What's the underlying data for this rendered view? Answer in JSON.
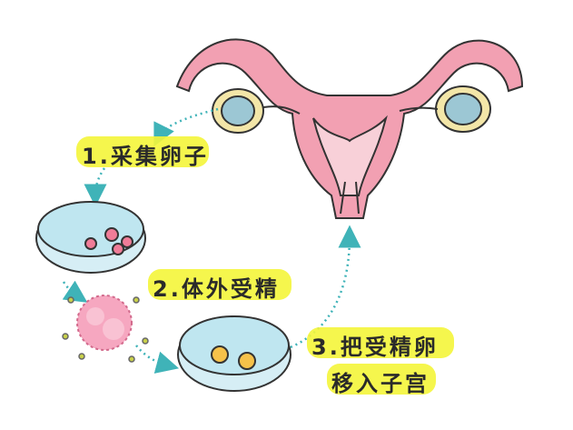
{
  "steps": {
    "step1": "1.采集卵子",
    "step2": "2.体外受精",
    "step3_line1": "3.把受精卵",
    "step3_line2": "移入子宫"
  },
  "colors": {
    "highlight": "#f4f53a",
    "arrow": "#3fb3b8",
    "uterus": "#f2a0b2",
    "dish": "#bfe6f0",
    "egg": "#f07c98",
    "embryo": "#f6c24a"
  }
}
